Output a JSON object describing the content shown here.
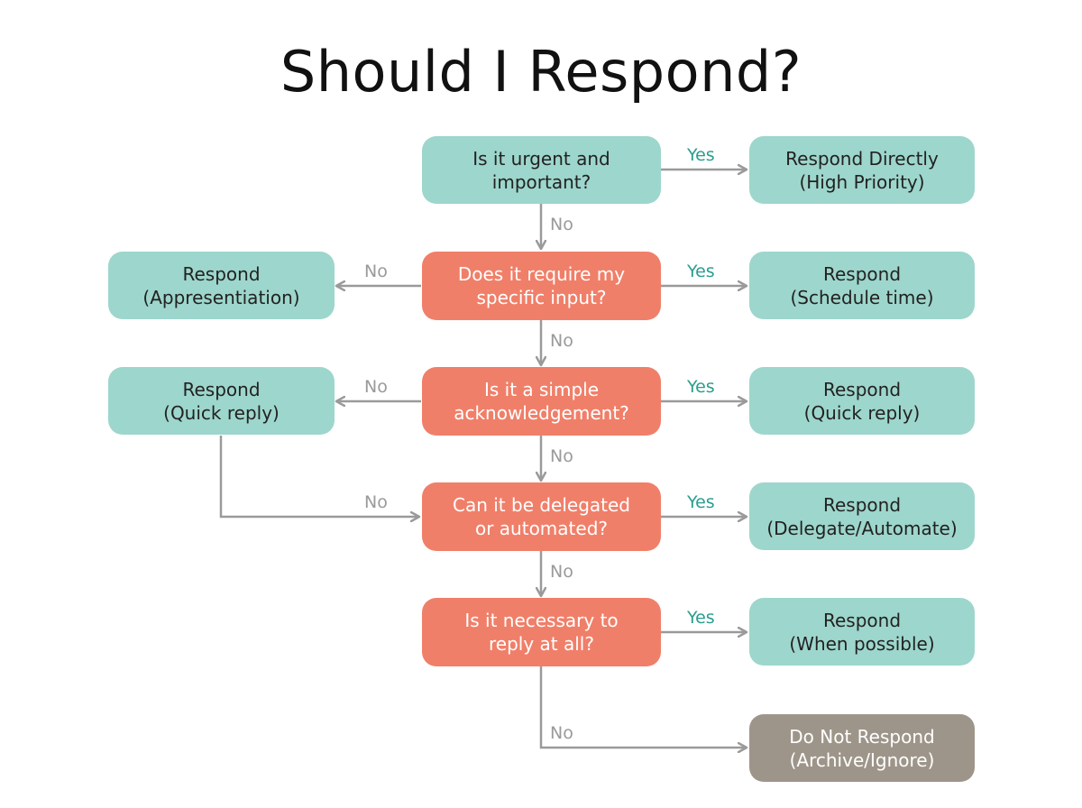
{
  "title": "Should I Respond?",
  "colors": {
    "action": "#9dd6cc",
    "decision": "#f07f69",
    "terminal": "#9e958a",
    "yes_label": "#2a9d8f",
    "no_label": "#9a9a9a",
    "arrow": "#9a9a9a"
  },
  "nodes": {
    "q1": {
      "line1": "Is it urgent and",
      "line2": "important?"
    },
    "q2": {
      "line1": "Does it require my",
      "line2": "specific input?"
    },
    "q3": {
      "line1": "Is it a simple",
      "line2": "acknowledgement?"
    },
    "q4": {
      "line1": "Can it be delegated",
      "line2": "or automated?"
    },
    "q5": {
      "line1": "Is it necessary to",
      "line2": "reply at all?"
    },
    "r_direct": {
      "line1": "Respond Directly",
      "line2": "(High Priority)"
    },
    "r_schedule": {
      "line1": "Respond",
      "line2": "(Schedule time)"
    },
    "r_quick_right": {
      "line1": "Respond",
      "line2": "(Quick reply)"
    },
    "r_delegate": {
      "line1": "Respond",
      "line2": "(Delegate/Automate)"
    },
    "r_possible": {
      "line1": "Respond",
      "line2": "(When possible)"
    },
    "r_appresentiation": {
      "line1": "Respond",
      "line2": "(Appresentiation)"
    },
    "r_quick_left": {
      "line1": "Respond",
      "line2": "(Quick reply)"
    },
    "do_not": {
      "line1": "Do Not Respond",
      "line2": "(Archive/Ignore)"
    }
  },
  "edge_labels": {
    "q1_yes": "Yes",
    "q1_no": "No",
    "q2_yes": "Yes",
    "q2_no_left": "No",
    "q2_no_down": "No",
    "q3_yes": "Yes",
    "q3_no_left": "No",
    "q3_no_down": "No",
    "quick_to_q4_no": "No",
    "q4_yes": "Yes",
    "q4_no": "No",
    "q5_yes": "Yes",
    "q5_no": "No"
  }
}
